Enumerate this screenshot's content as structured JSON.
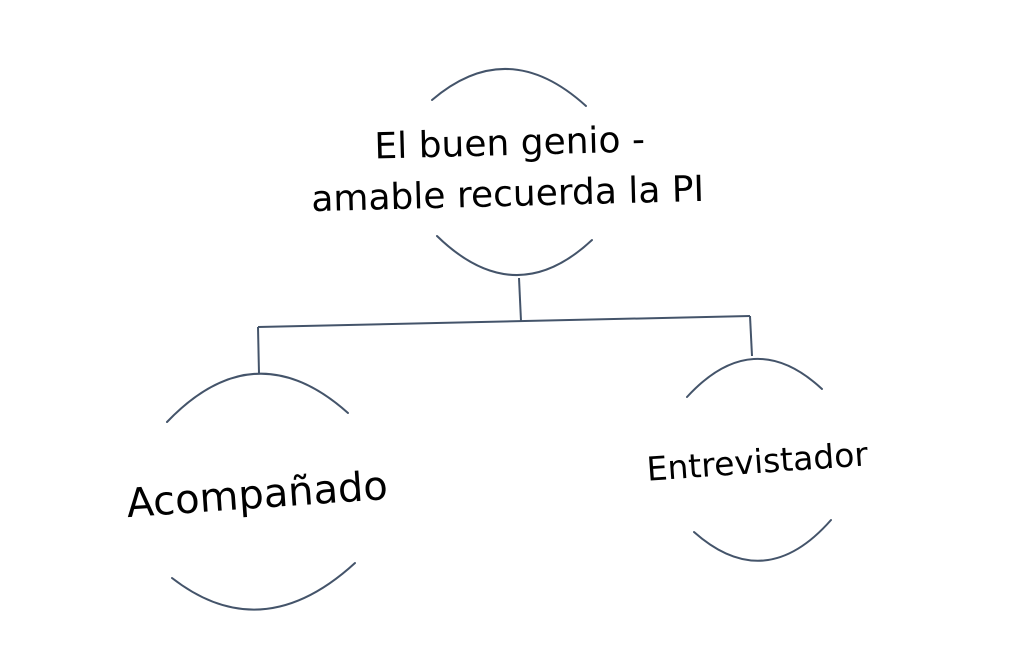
{
  "colors": {
    "arc": "#44546a",
    "connector": "#44546a",
    "text": "#000000",
    "background": "#ffffff"
  },
  "diagram": {
    "type": "tree",
    "root": {
      "id": "root",
      "line1": "El buen genio -",
      "line2": "amable recuerda la PI"
    },
    "children": [
      {
        "id": "left",
        "label": "Acompañado"
      },
      {
        "id": "right",
        "label": "Entrevistador"
      }
    ]
  }
}
